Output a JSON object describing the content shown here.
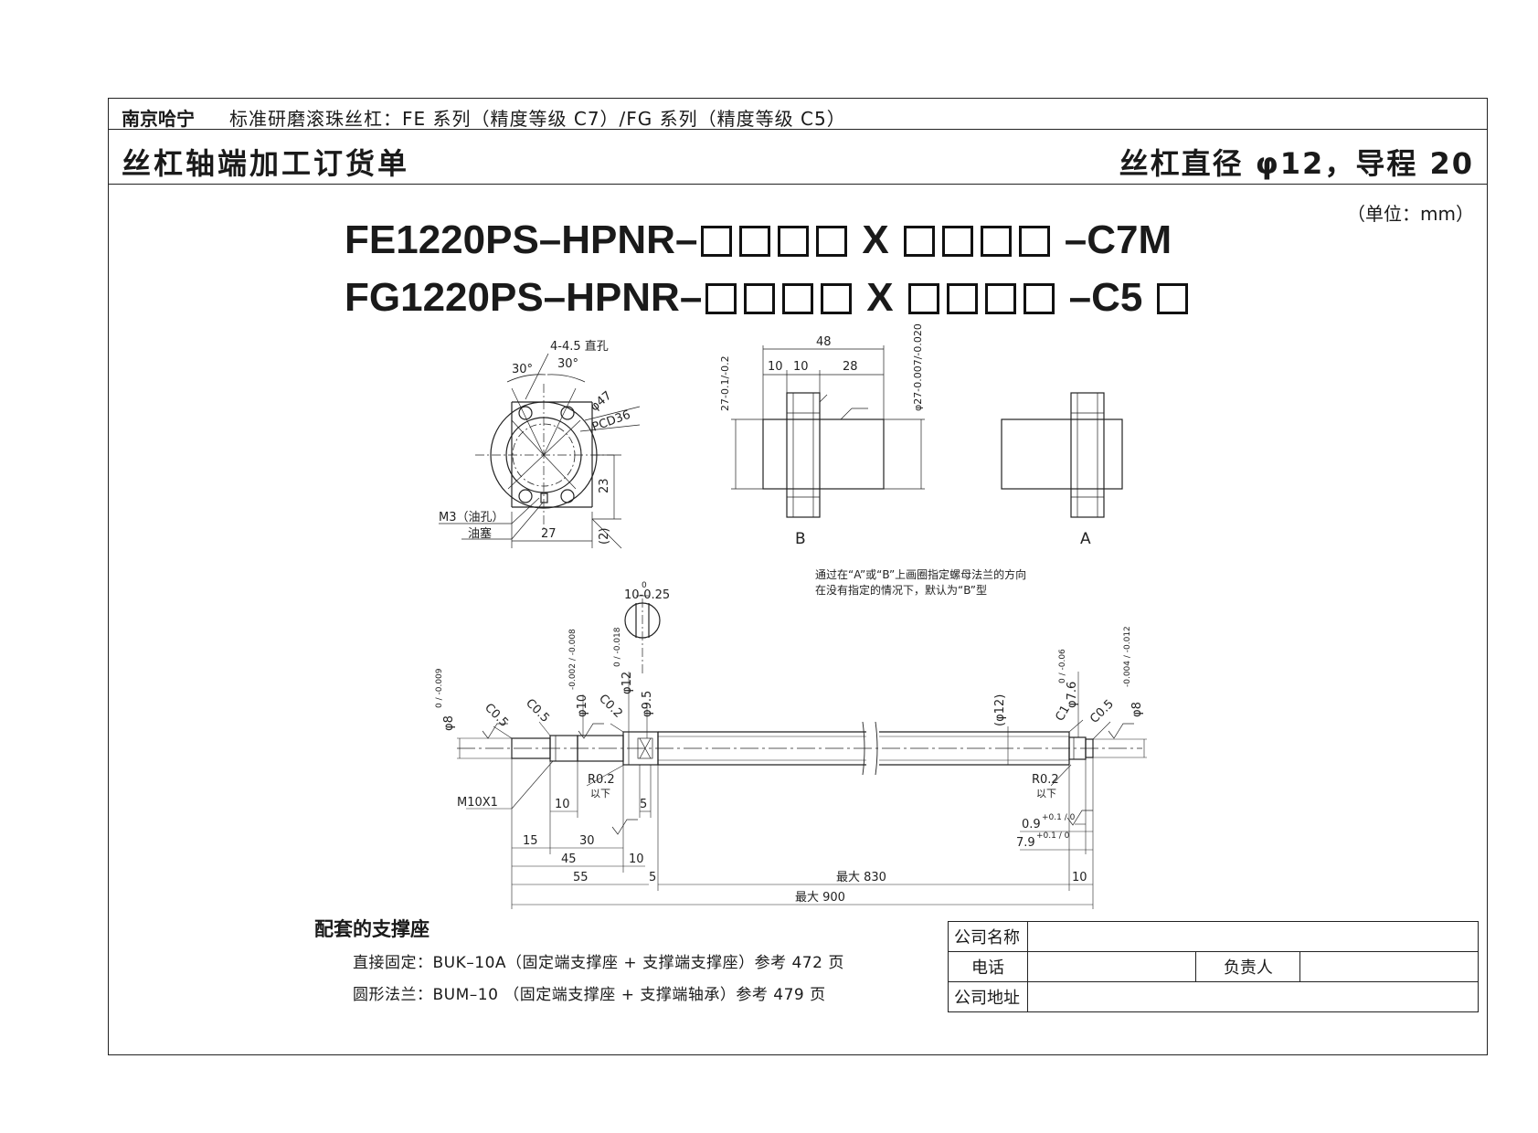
{
  "header": {
    "brand": "南京哈宁",
    "series": "标准研磨滚珠丝杠：FE 系列（精度等级 C7）/FG 系列（精度等级 C5）",
    "title": "丝杠轴端加工订货单",
    "spec": "丝杠直径 φ12，导程 20",
    "unit": "（单位：mm）"
  },
  "part_numbers": [
    {
      "prefix": "FE1220PS–HPNR–",
      "mid": "X",
      "suffix": "–C7M",
      "trailing_box": false
    },
    {
      "prefix": "FG1220PS–HPNR–",
      "mid": "X",
      "suffix": "–C5",
      "trailing_box": true
    }
  ],
  "flange_view": {
    "holes": "4-4.5 直孔",
    "angle1": "30°",
    "angle2": "30°",
    "outer_dia": "φ47",
    "pcd": "PCD36",
    "dim_23": "23",
    "dim_27": "27",
    "dim_2": "(2)",
    "oil_hole": "M3（油孔）",
    "plug": "油塞"
  },
  "nut_view_b": {
    "dim_48": "48",
    "dim_10a": "10",
    "dim_10b": "10",
    "dim_28": "28",
    "dia_left": "27-0.1/-0.2",
    "dia_right": "φ27-0.007/-0.020",
    "label": "B"
  },
  "nut_view_a": {
    "label": "A"
  },
  "note": [
    "通过在“A”或“B”上画圈指定螺母法兰的方向",
    "在没有指定的情况下，默认为“B”型"
  ],
  "shaft": {
    "key": "10-0.25",
    "key_tol": "0",
    "d8_left": "φ8",
    "d8_left_tol": "0 / -0.009",
    "c05a": "C0.5",
    "c05b": "C0.5",
    "d10": "φ10",
    "d10_tol": "-0.002 / -0.008",
    "c02": "C0.2",
    "d12": "φ12",
    "d12_tol": "0 / -0.018",
    "d95": "φ9.5",
    "d12ref": "(φ12)",
    "d76": "φ7.6",
    "d76_tol": "0 / -0.06",
    "c1": "C1",
    "c05c": "C0.5",
    "d8_right": "φ8",
    "d8_right_tol": "-0.004 / -0.012",
    "m10": "M10X1",
    "r02a": "R0.2",
    "below_a": "以下",
    "r02b": "R0.2",
    "below_b": "以下",
    "dim_10": "10",
    "dim_5": "5",
    "dim_09": "0.9",
    "dim_09_tol": "+0.1 / 0",
    "dim_79": "7.9",
    "dim_79_tol": "+0.1 / 0",
    "dim_15": "15",
    "dim_30": "30",
    "dim_45": "45",
    "dim_10b": "10",
    "dim_55": "55",
    "dim_5b": "5",
    "max830": "最大 830",
    "dim_10c": "10",
    "max900": "最大 900"
  },
  "support": {
    "heading": "配套的支撑座",
    "line1": "直接固定：BUK–10A（固定端支撑座 + 支撑端支撑座）参考 472 页",
    "line2": "圆形法兰：BUM–10 （固定端支撑座 + 支撑端轴承）参考 479 页"
  },
  "form": {
    "company": "公司名称",
    "phone": "电话",
    "person": "负责人",
    "address": "公司地址"
  }
}
